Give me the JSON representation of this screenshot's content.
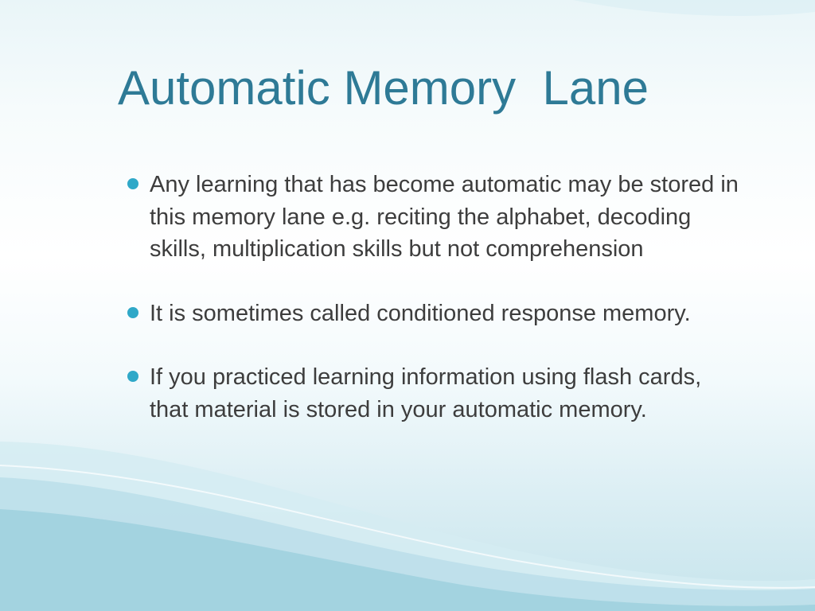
{
  "slide": {
    "title": "Automatic Memory  Lane",
    "bullets": [
      {
        "text": "Any learning that has become automatic may be stored in this memory lane e.g. reciting the alphabet, decoding skills, multiplication skills but not comprehension"
      },
      {
        "text": "It is sometimes called conditioned response memory."
      },
      {
        "text": "If you practiced learning information using flash cards, that material is stored in your automatic memory."
      }
    ]
  },
  "colors": {
    "title": "#2e7a96",
    "body_text": "#3d3d3d",
    "bullet": "#2fa8c8",
    "wave_light": "#cfe9f0",
    "wave_dark": "#8cc6d6"
  },
  "icons": {
    "bullet": "circle-bullet-icon"
  }
}
